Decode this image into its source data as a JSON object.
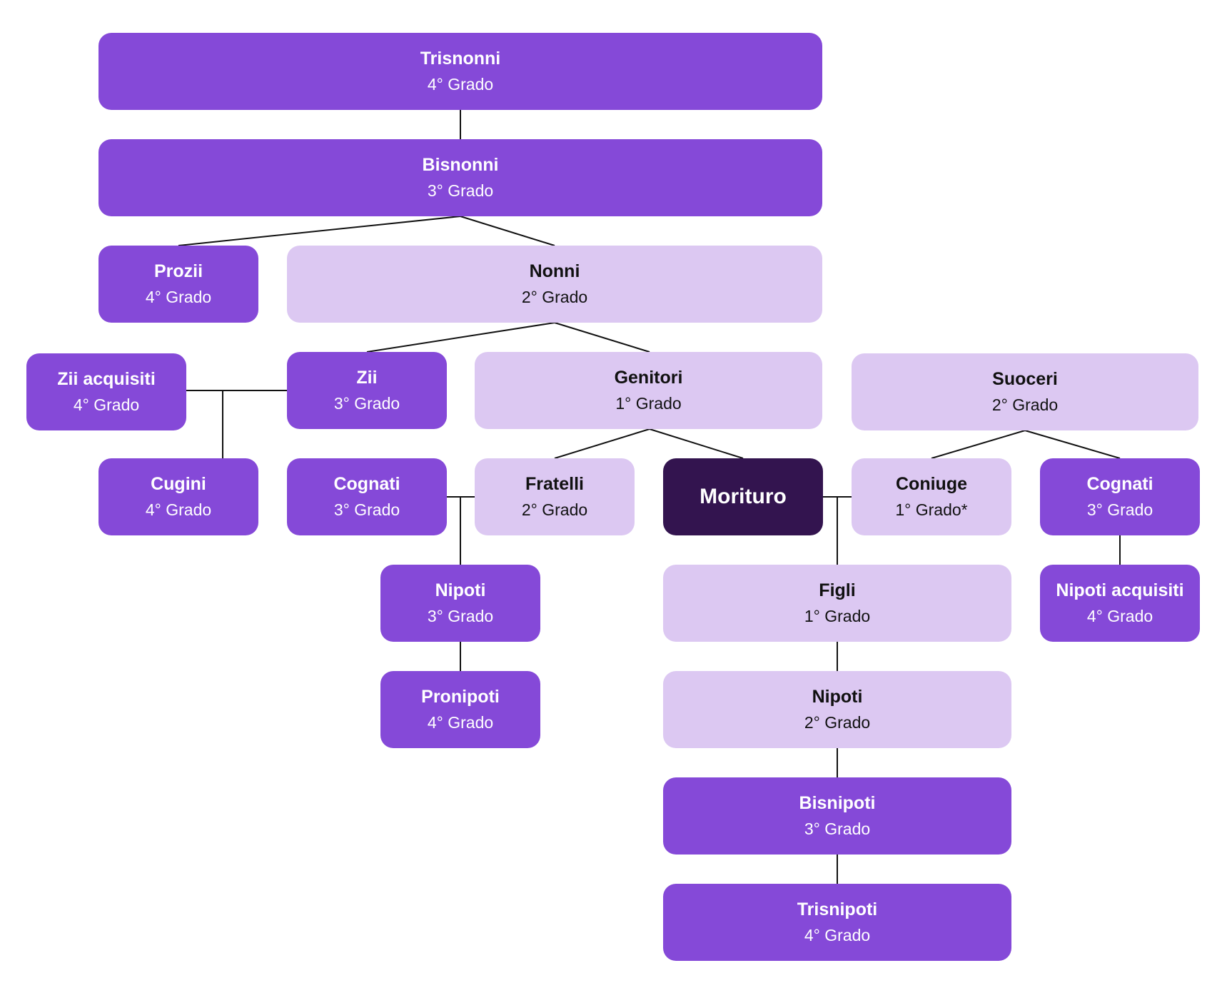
{
  "nodes": {
    "trisnonni": {
      "name": "Trisnonni",
      "grado": "4° Grado"
    },
    "bisnonni": {
      "name": "Bisnonni",
      "grado": "3° Grado"
    },
    "prozii": {
      "name": "Prozii",
      "grado": "4° Grado"
    },
    "nonni": {
      "name": "Nonni",
      "grado": "2° Grado"
    },
    "zii_acquisiti": {
      "name": "Zii acquisiti",
      "grado": "4° Grado"
    },
    "zii": {
      "name": "Zii",
      "grado": "3° Grado"
    },
    "genitori": {
      "name": "Genitori",
      "grado": "1° Grado"
    },
    "suoceri": {
      "name": "Suoceri",
      "grado": "2° Grado"
    },
    "cugini": {
      "name": "Cugini",
      "grado": "4° Grado"
    },
    "cognati_1": {
      "name": "Cognati",
      "grado": "3° Grado"
    },
    "fratelli": {
      "name": "Fratelli",
      "grado": "2° Grado"
    },
    "morituro": {
      "name": "Morituro"
    },
    "coniuge": {
      "name": "Coniuge",
      "grado": "1° Grado*"
    },
    "cognati_2": {
      "name": "Cognati",
      "grado": "3° Grado"
    },
    "nipoti_3": {
      "name": "Nipoti",
      "grado": "3° Grado"
    },
    "figli": {
      "name": "Figli",
      "grado": "1° Grado"
    },
    "nipoti_acquisiti": {
      "name": "Nipoti acquisiti",
      "grado": "4° Grado"
    },
    "pronipoti": {
      "name": "Pronipoti",
      "grado": "4° Grado"
    },
    "nipoti_2": {
      "name": "Nipoti",
      "grado": "2° Grado"
    },
    "bisnipoti": {
      "name": "Bisnipoti",
      "grado": "3° Grado"
    },
    "trisnipoti": {
      "name": "Trisnipoti",
      "grado": "4° Grado"
    }
  },
  "colors": {
    "blood_relative": "#8549d8",
    "direct_line": "#dcc8f2",
    "deceased": "#33144f",
    "connector": "#111111"
  }
}
